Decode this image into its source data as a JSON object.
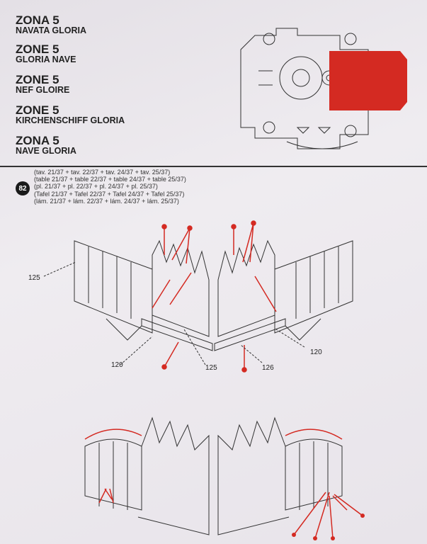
{
  "zones": [
    {
      "title": "ZONA 5",
      "subtitle": "NAVATA GLORIA"
    },
    {
      "title": "ZONE 5",
      "subtitle": "GLORIA NAVE"
    },
    {
      "title": "ZONE 5",
      "subtitle": "NEF GLOIRE"
    },
    {
      "title": "ZONE 5",
      "subtitle": "KIRCHENSCHIFF GLORIA"
    },
    {
      "title": "ZONA 5",
      "subtitle": "NAVE GLORIA"
    }
  ],
  "step": {
    "number": "82",
    "references": [
      "(tav. 21/37 + tav. 22/37 + tav. 24/37 + tav. 25/37)",
      "(table 21/37 + table 22/37 + table 24/37 + table 25/37)",
      "(pl. 21/37 + pl. 22/37 + pl. 24/37 + pl. 25/37)",
      "(Tafel 21/37 + Tafel 22/37 + Tafel 24/37 + Tafel 25/37)",
      "(lám. 21/37 + lám. 22/37 + lám. 24/37 + lám. 25/37)"
    ]
  },
  "part_labels": {
    "left_wall": "125",
    "left_base": "120",
    "left_bottom": "125",
    "right_base": "120",
    "right_bottom": "126"
  },
  "colors": {
    "highlight": "#d42a22",
    "ink": "#222222"
  }
}
